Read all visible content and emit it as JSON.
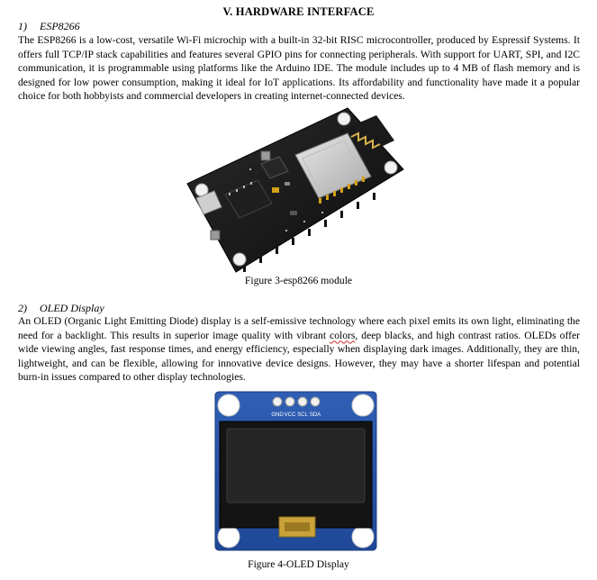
{
  "section": {
    "title": "V.  HARDWARE INTERFACE"
  },
  "sub1": {
    "number": "1)",
    "title": "ESP8266",
    "paragraph": "The ESP8266 is a low-cost, versatile Wi-Fi microchip with a built-in 32-bit RISC microcontroller, produced by Espressif Systems. It offers full TCP/IP stack capabilities and features several GPIO pins for connecting peripherals. With support for UART, SPI, and I2C communication, it is programmable using platforms like the Arduino IDE. The module includes up to 4 MB of flash memory and is designed for low power consumption, making it ideal for IoT applications. Its affordability and functionality have made it a popular choice for both hobbyists and commercial developers in creating internet-connected devices.",
    "caption": "Figure 3-esp8266 module"
  },
  "sub2": {
    "number": "2)",
    "title": "OLED Display",
    "para_before": "An OLED (Organic Light Emitting Diode) display is a self-emissive technology where each pixel emits its own light, eliminating the need for a backlight. This results in superior image quality with vibrant ",
    "para_marked": "colors",
    "para_after": ", deep blacks, and high contrast ratios. OLEDs offer wide viewing angles, fast response times, and energy efficiency, especially when displaying dark images. Additionally, they are thin, lightweight, and can be flexible, allowing for innovative device designs. However, they may have a shorter lifespan and potential burn-in issues compared to other display technologies.",
    "caption": "Figure 4-OLED Display",
    "pin_labels": [
      "GND",
      "VCC",
      "SCL",
      "SDA"
    ]
  }
}
